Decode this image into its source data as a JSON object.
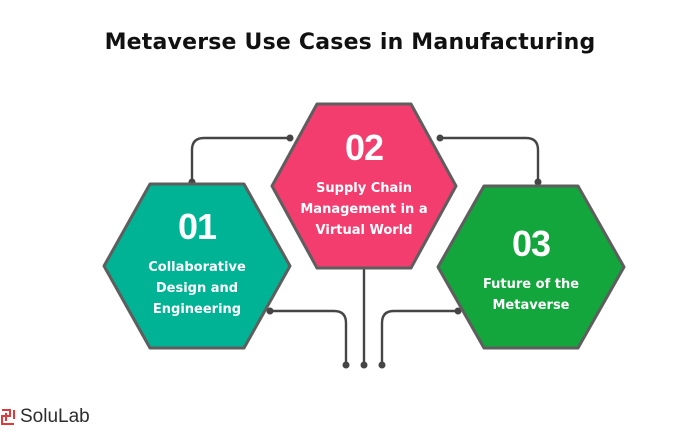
{
  "title": "Metaverse Use Cases in Manufacturing",
  "use_cases": [
    {
      "number": "01",
      "label": "Collaborative Design and Engineering",
      "color": "#00b394"
    },
    {
      "number": "02",
      "label": "Supply Chain Management in a Virtual World",
      "color": "#f23d6e"
    },
    {
      "number": "03",
      "label": "Future of the Metaverse",
      "color": "#12a63c"
    }
  ],
  "hex_border_color": "#5e5e5e",
  "connector_color": "#454545",
  "brand": {
    "name": "SoluLab",
    "color": "#e23a3a"
  }
}
